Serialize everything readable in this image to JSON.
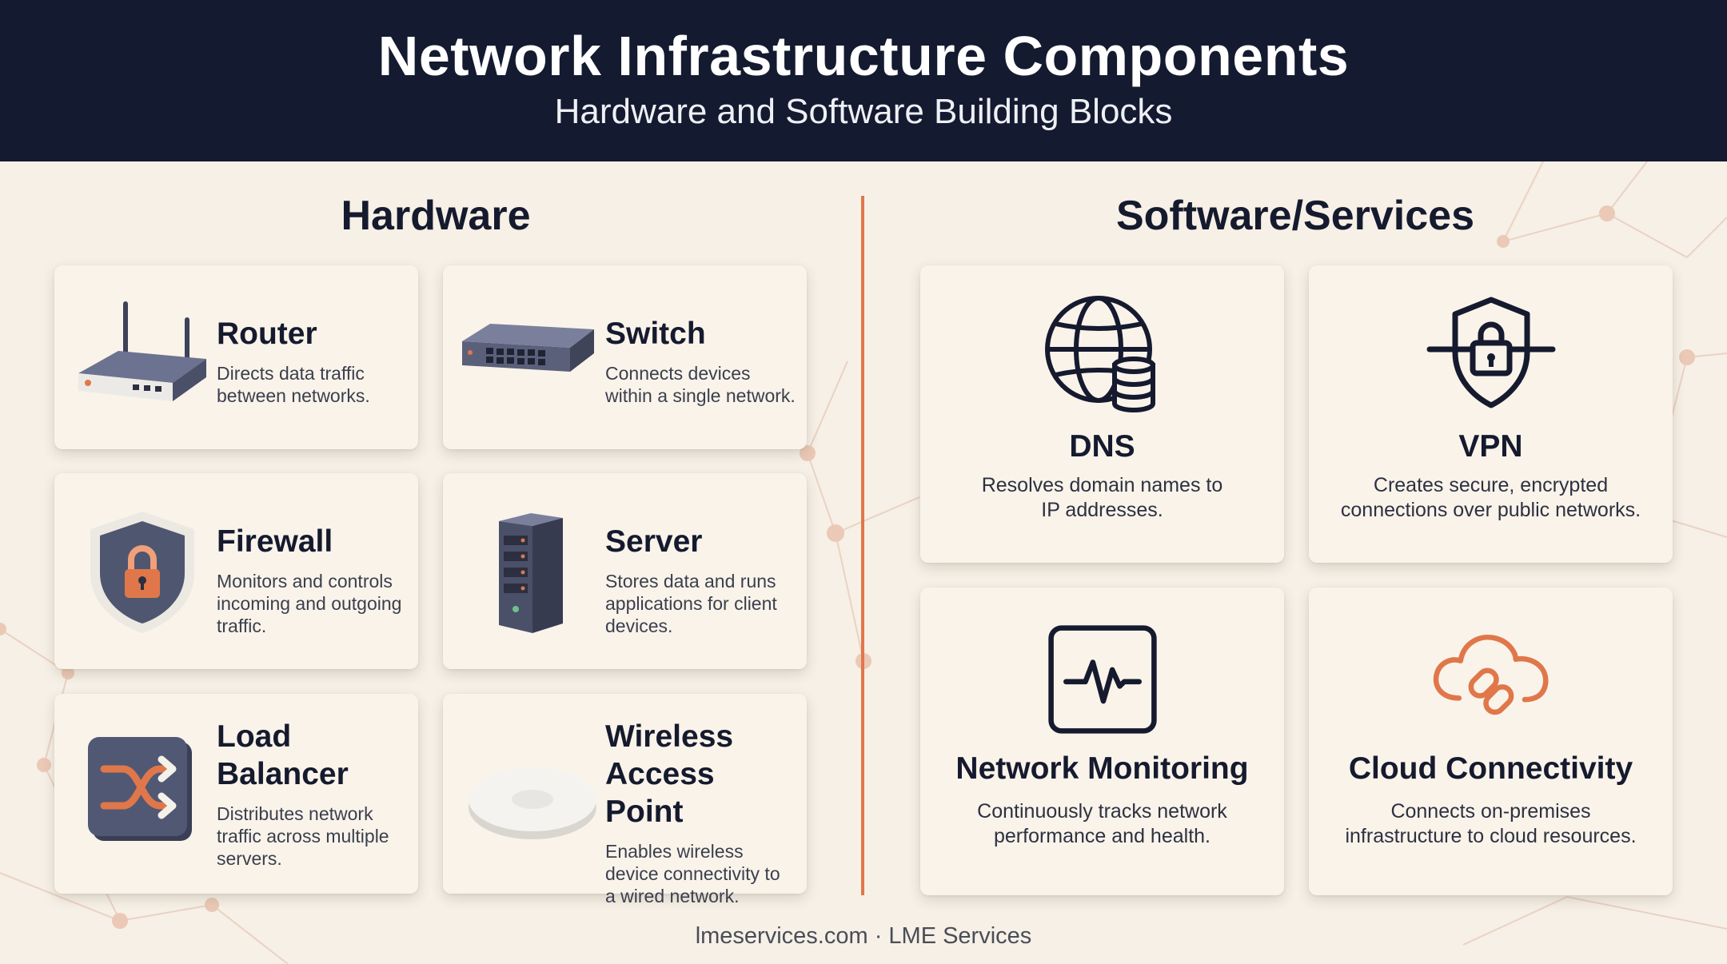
{
  "header": {
    "title": "Network Infrastructure Components",
    "subtitle": "Hardware and Software Building Blocks"
  },
  "hardware": {
    "title": "Hardware",
    "items": [
      {
        "title_lines": [
          "Router"
        ],
        "description_lines": [
          "Directs data traffic",
          "between networks."
        ],
        "icon": "router-icon"
      },
      {
        "title_lines": [
          "Switch"
        ],
        "description_lines": [
          "Connects devices",
          "within a single network."
        ],
        "icon": "switch-icon"
      },
      {
        "title_lines": [
          "Firewall"
        ],
        "description_lines": [
          "Monitors and controls",
          "incoming and outgoing",
          "traffic."
        ],
        "icon": "firewall-shield-icon"
      },
      {
        "title_lines": [
          "Server"
        ],
        "description_lines": [
          "Stores data and runs",
          "applications for client",
          "devices."
        ],
        "icon": "server-tower-icon"
      },
      {
        "title_lines": [
          "Load",
          "Balancer"
        ],
        "description_lines": [
          "Distributes network",
          "traffic across multiple",
          "servers."
        ],
        "icon": "shuffle-icon"
      },
      {
        "title_lines": [
          "Wireless",
          "Access Point"
        ],
        "description_lines": [
          "Enables wireless",
          "device connectivity to",
          "a wired network."
        ],
        "icon": "access-point-icon"
      }
    ]
  },
  "software": {
    "title": "Software/Services",
    "items": [
      {
        "title": "DNS",
        "description_lines": [
          "Resolves domain names to",
          "IP addresses."
        ],
        "icon": "globe-database-icon"
      },
      {
        "title": "VPN",
        "description_lines": [
          "Creates secure, encrypted",
          "connections over public networks."
        ],
        "icon": "shield-lock-icon"
      },
      {
        "title": "Network Monitoring",
        "description_lines": [
          "Continuously tracks network",
          "performance and health."
        ],
        "icon": "pulse-monitor-icon"
      },
      {
        "title": "Cloud Connectivity",
        "description_lines": [
          "Connects on-premises",
          "infrastructure to cloud resources."
        ],
        "icon": "cloud-link-icon"
      }
    ]
  },
  "footer": {
    "text": "lmeservices.com · LME Services"
  },
  "colors": {
    "header_bg": "#141a2f",
    "accent": "#e0774a",
    "page_bg": "#f6f0e6",
    "card_bg": "#f9f3ea",
    "icon_dark": "#4a5068"
  }
}
